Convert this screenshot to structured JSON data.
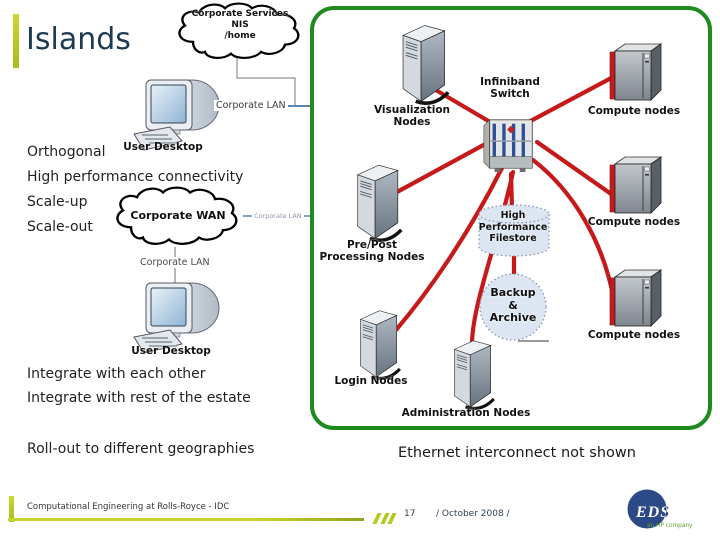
{
  "slide": {
    "title": "Islands",
    "bullets": [
      "Orthogonal",
      "High performance connectivity",
      "Scale-up",
      "Scale-out"
    ],
    "bullets2": [
      "Integrate with each other",
      "Integrate with rest of the estate"
    ],
    "bullets3": [
      "Roll-out to different geographies"
    ],
    "note": "Ethernet interconnect not shown"
  },
  "network": {
    "services_cloud": {
      "line1": "Corporate Services",
      "line2": "NIS",
      "line3": "/home"
    },
    "wan_cloud": "Corporate WAN",
    "lan_top": "Corporate LAN",
    "lan_wan_right": "Corporate LAN",
    "lan_wan_below": "Corporate LAN",
    "desktop_top": "User Desktop",
    "desktop_bottom": "User Desktop"
  },
  "cluster": {
    "visualization": {
      "line1": "Visualization",
      "line2": "Nodes"
    },
    "infiniband": {
      "line1": "Infiniband",
      "line2": "Switch"
    },
    "compute1": "Compute nodes",
    "compute2": "Compute nodes",
    "compute3": "Compute nodes",
    "prepost": {
      "line1": "Pre/Post",
      "line2": "Processing Nodes"
    },
    "filestore": {
      "line1": "High",
      "line2": "Performance",
      "line3": "Filestore"
    },
    "backup": {
      "line1": "Backup",
      "line2": "&",
      "line3": "Archive"
    },
    "login": "Login Nodes",
    "admin": "Administration Nodes"
  },
  "footer": {
    "left": "Computational Engineering at Rolls-Royce - IDC",
    "page": "17",
    "date": "/ October 2008 /",
    "logo_text": "EDS",
    "logo_sub": "an HP company"
  },
  "colors": {
    "accent_yellow": "#c3d021",
    "line_red": "#c61a1a",
    "box_green": "#1e8b1e",
    "lan_blue": "#5b82b0",
    "logo_navy": "#2b4a86",
    "logo_green": "#5f9e27",
    "title_dark": "#1f3a50"
  }
}
